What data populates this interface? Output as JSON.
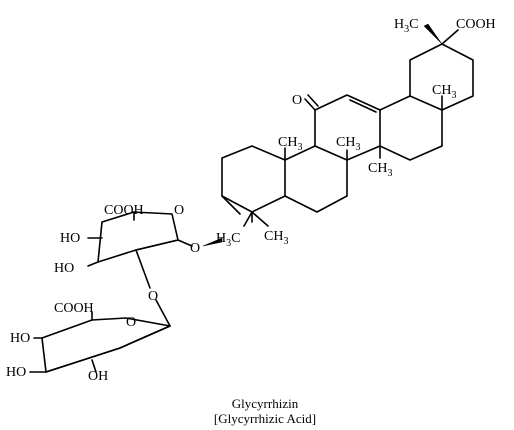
{
  "structure": {
    "labels": {
      "h3c_top": "H",
      "h3c_top_sub": "3",
      "h3c_top_c": "C",
      "cooh_top": "COOH",
      "ch3_upper_right_c": "CH",
      "ch3_upper_right_sub": "3",
      "ch3_left_c": "CH",
      "ch3_left_sub": "3",
      "ch3_mid_c": "CH",
      "ch3_mid_sub": "3",
      "ch3_low_c": "CH",
      "ch3_low_sub": "3",
      "h3c_bottom_h": "H",
      "h3c_bottom_sub": "3",
      "h3c_bottom_c": "C",
      "ch3_bottom_c": "CH",
      "ch3_bottom_sub": "3",
      "ketone_o": "O",
      "ring_o_1": "O",
      "cooh_sugar1": "COOH",
      "ho_sugar1_a": "HO",
      "ho_sugar1_b": "HO",
      "ether_o_aglycone": "O",
      "glyco_o": "O",
      "ring_o_2": "O",
      "cooh_sugar2": "COOH",
      "ho_sugar2_a": "HO",
      "ho_sugar2_b": "HO",
      "oh_sugar2": "OH"
    }
  },
  "caption": {
    "name": "Glycyrrhizin",
    "alt_name": "[Glycyrrhizic Acid]"
  }
}
